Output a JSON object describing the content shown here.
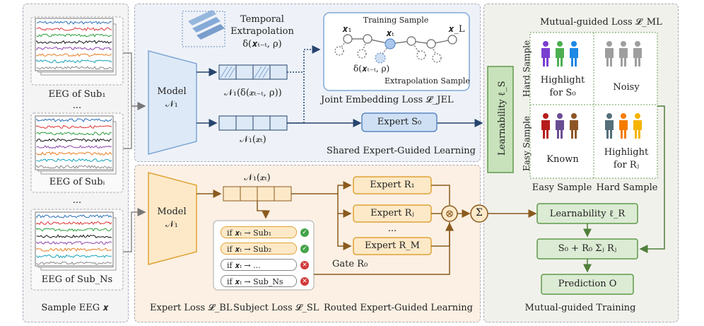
{
  "left": {
    "eeg1_label": "EEG of Sub₁",
    "dots1": "...",
    "eegi_label": "EEG of Subᵢ",
    "dots2": "...",
    "eegN_label": "EEG of Sub_Ns",
    "caption": "Sample EEG 𝒙"
  },
  "top": {
    "temporal_title": "Temporal",
    "temporal_title2": "Extrapolation",
    "temporal_formula": "δ(𝒙ₜ₋ₜ, ρ)",
    "model_label": "Model",
    "model_sym": "𝒩₁",
    "n1_delta": "𝒩₁(δ(𝒙ₜ₋ₜ, ρ))",
    "n1_xt": "𝒩₁(𝒙ₜ)",
    "training_sample": "Training Sample",
    "x1": "𝒙₁",
    "xt": "𝒙ₜ",
    "xL": "𝒙_L",
    "delta_node": "δ(𝒙ₜ₋ₜ, ρ)",
    "extrap_sample": "Extrapolation Sample",
    "jel_label": "Joint Embedding Loss 𝓛_JEL",
    "expert_s0": "Expert S₀",
    "shared_caption": "Shared Expert-Guided Learning"
  },
  "bottom": {
    "model_label": "Model",
    "model_sym": "𝒩₁",
    "n1_xt": "𝒩₁(𝒙ₜ)",
    "q1": "if 𝒙ₜ → Sub₁",
    "q2": "if 𝒙ₜ → Sub₂",
    "q3": "if 𝒙ₜ → ...",
    "q4": "if 𝒙ₜ → Sub_Ns",
    "expert_r1": "Expert R₁",
    "expert_rj": "Expert Rⱼ",
    "dots": "...",
    "expert_rm": "Expert R_M",
    "gate": "Gate R₀",
    "sigma": "Σ",
    "otimes": "⊗",
    "expert_loss": "Expert Loss 𝓛_BL",
    "subject_loss": "Subject Loss 𝓛_SL",
    "routed_caption": "Routed Expert-Guided Learning"
  },
  "right": {
    "ml_title": "Mutual-guided Loss 𝓛_ML",
    "learnability_s": "Learnability ℓ_S",
    "hard_sample_v": "Hard Sample",
    "easy_sample_v": "Easy Sample",
    "q_highlight_s0": "Highlight",
    "q_highlight_s0b": "for S₀",
    "q_noisy": "Noisy",
    "q_known": "Known",
    "q_highlight_rj": "Highlight",
    "q_highlight_rjb": "for Rⱼ",
    "easy_sample_h": "Easy Sample",
    "hard_sample_h": "Hard Sample",
    "learnability_r": "Learnability ℓ_R",
    "combine": "S₀ + R₀ Σⱼ Rⱼ",
    "prediction": "Prediction O",
    "caption": "Mutual-guided Training"
  },
  "colors": {
    "blue": "#7fa8d6",
    "blue_fill": "#dde9f6",
    "orange": "#e0a336",
    "orange_fill": "#fde9c8",
    "green": "#5f9a4a",
    "green_fill": "#dcebd4",
    "brown": "#8a5a1e",
    "navy": "#26446e"
  }
}
